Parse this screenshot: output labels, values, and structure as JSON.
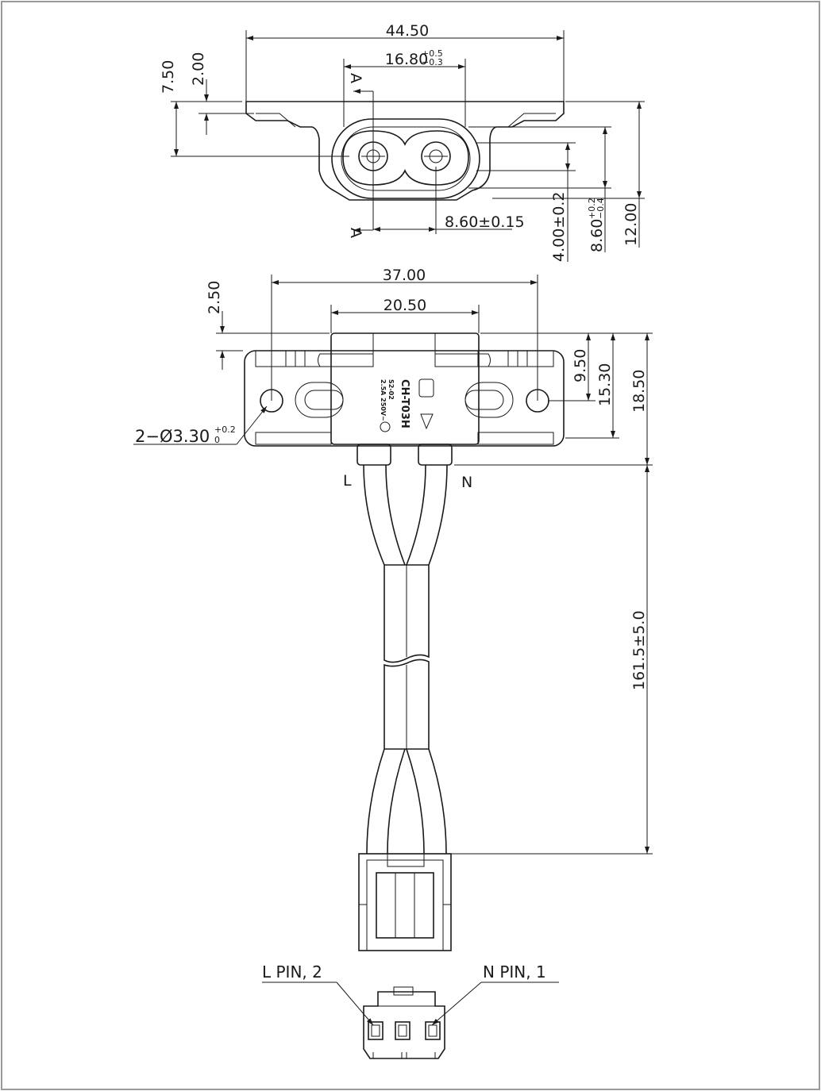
{
  "colors": {
    "line": "#1a1a1a",
    "frame": "#9a9a9a",
    "background": "#ffffff"
  },
  "top_view": {
    "width_total": "44.50",
    "center_span": "16.80",
    "center_span_tol_upper": "+0.5",
    "center_span_tol_lower": "−0.3",
    "height_a": "7.50",
    "height_b": "2.00",
    "pin_pitch": "8.60±0.15",
    "dim_4": "4.00±0.2",
    "dim_8_6": "8.60",
    "dim_8_6_tol_upper": "+0.2",
    "dim_8_6_tol_lower": "−0.4",
    "dim_12": "12.00",
    "section_mark_top": "A",
    "section_mark_bottom": "A"
  },
  "front_view": {
    "hole_spacing": "37.00",
    "body_width": "20.50",
    "dim_2_5": "2.50",
    "dim_9_5": "9.50",
    "dim_15_3": "15.30",
    "dim_18_5": "18.50",
    "hole_callout": "2−Ø3.30",
    "hole_tol_upper": "+0.2",
    "hole_tol_lower": "0",
    "label_l": "L",
    "label_n": "N",
    "body_text": [
      "CH-T03H",
      "S2-02",
      "2.5A 250V~"
    ],
    "cable_length": "161.5±5.0"
  },
  "connector_view": {
    "l_pin": "L PIN, 2",
    "n_pin": "N PIN, 1"
  }
}
